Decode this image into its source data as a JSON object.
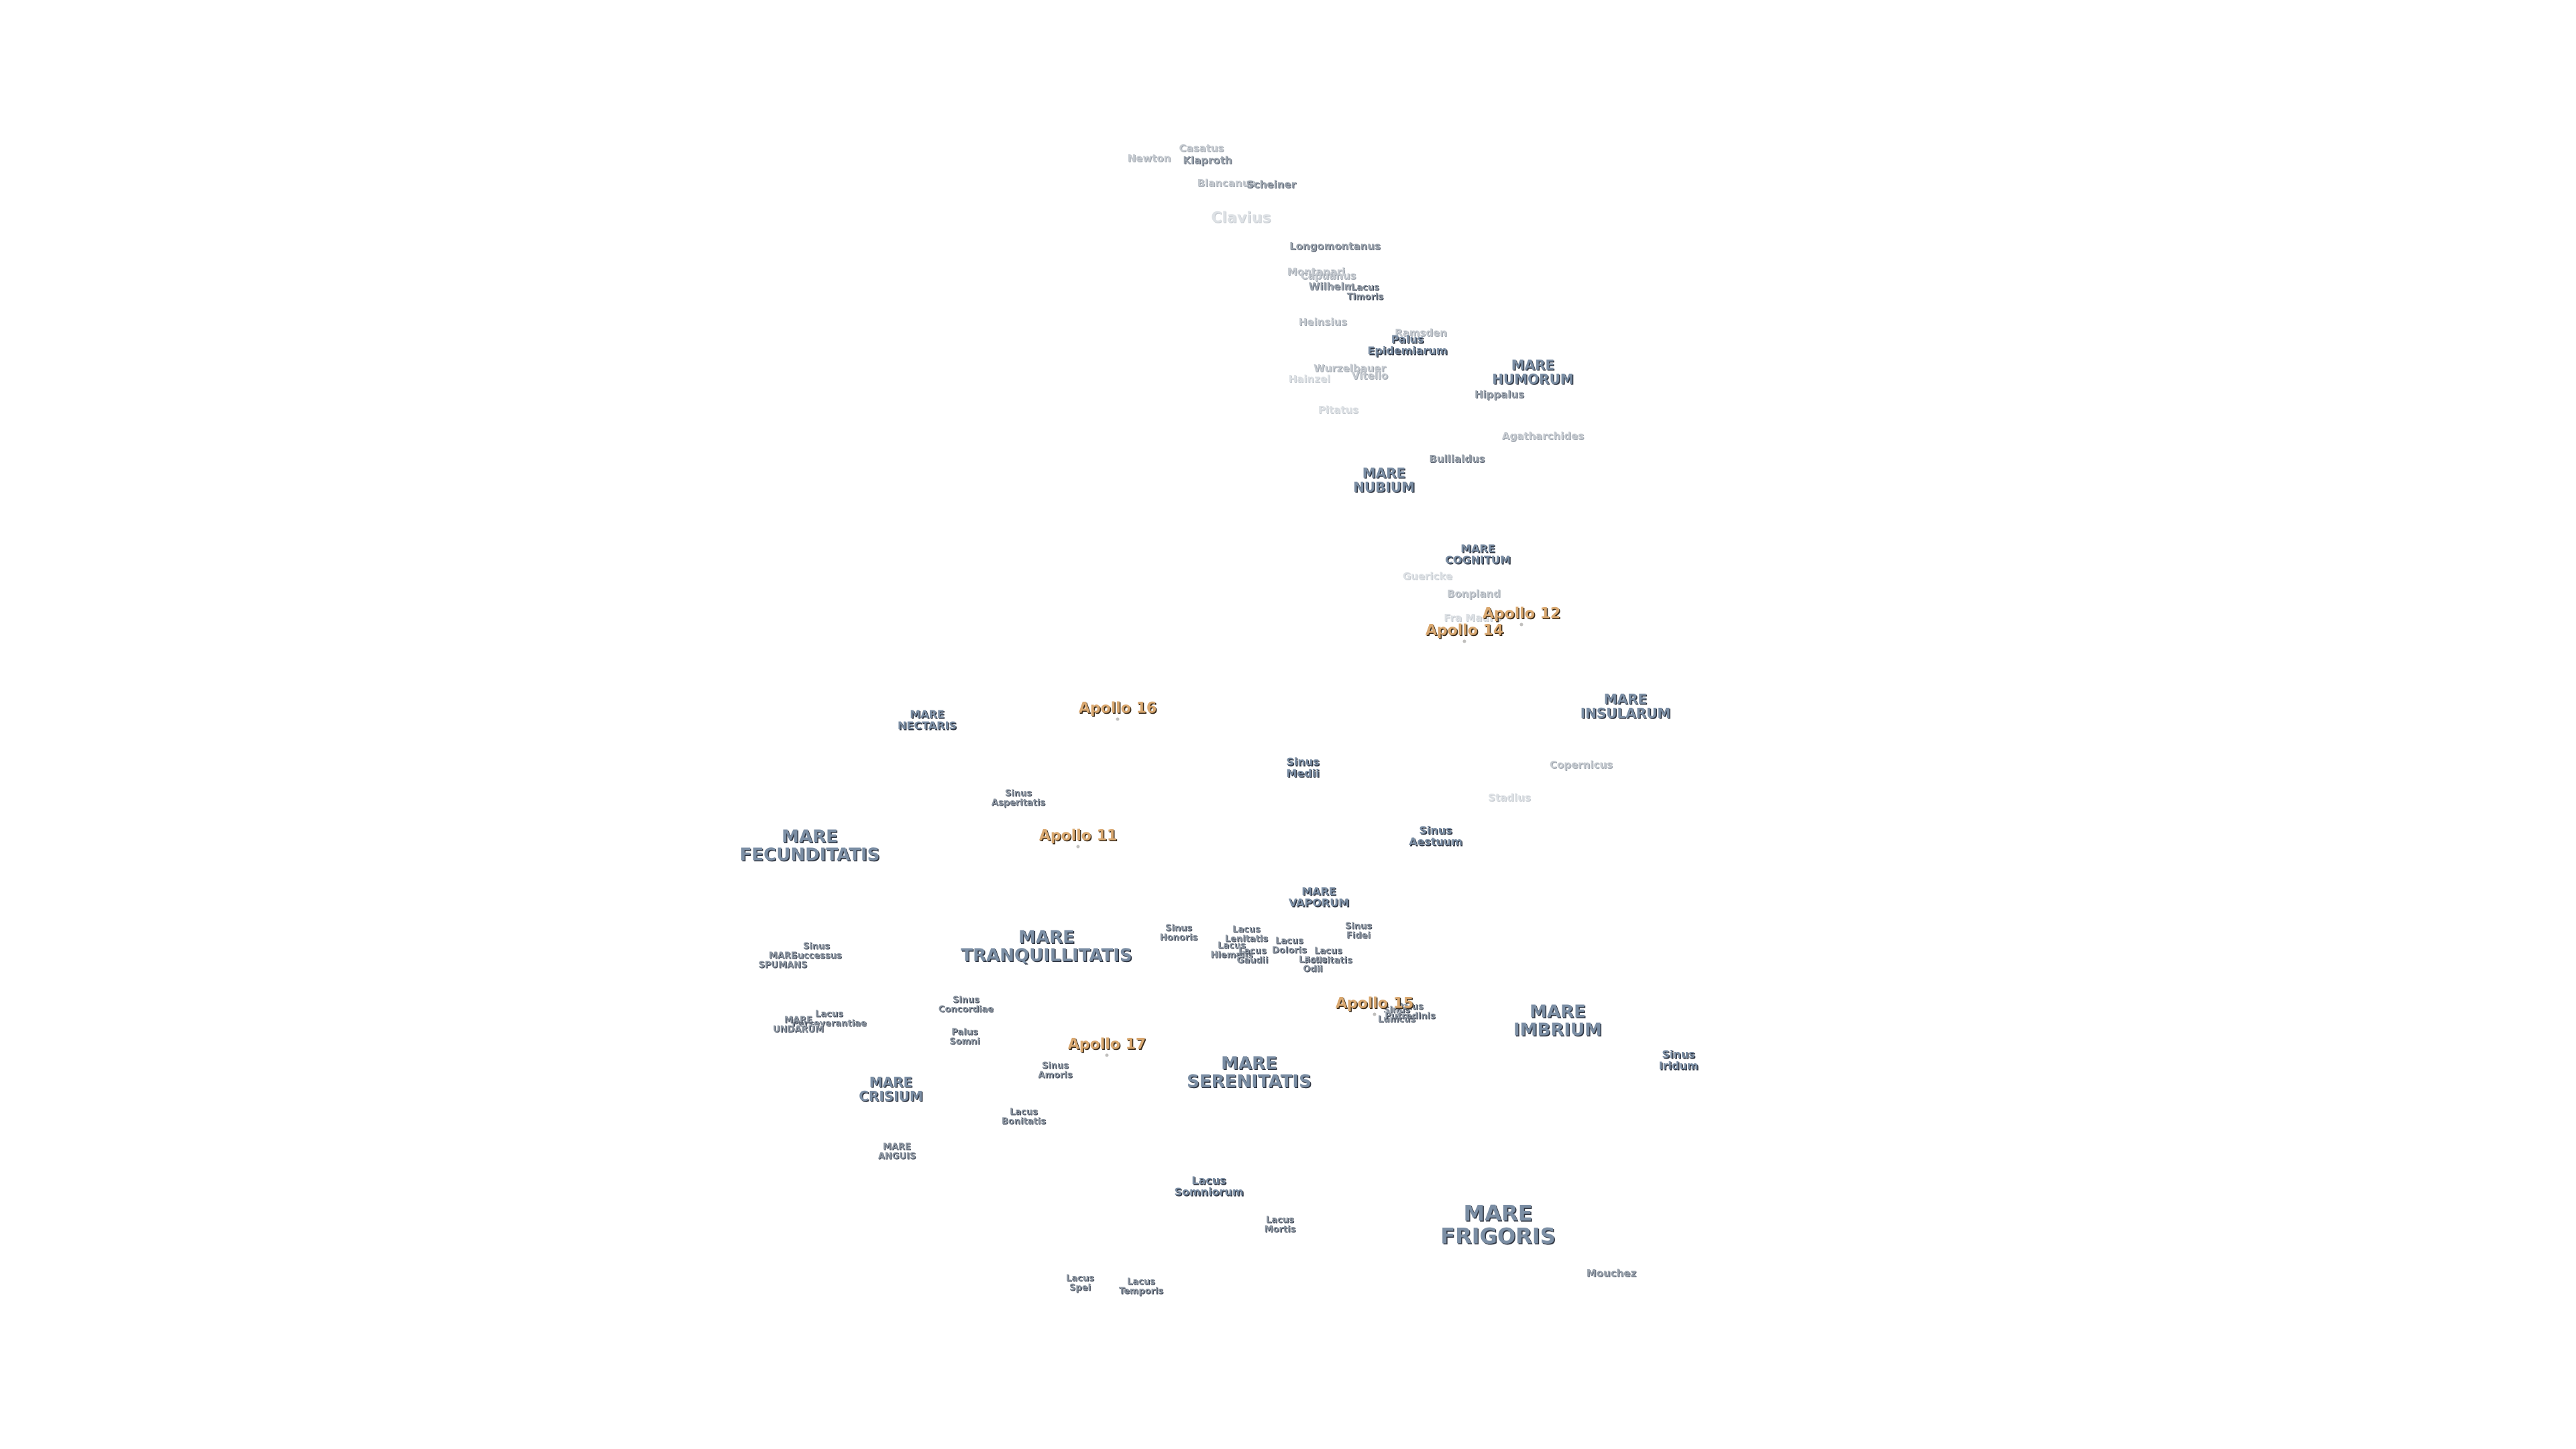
{
  "map": {
    "colors": {
      "mare": "#7b8ea4",
      "minor": "#8c96a2",
      "crater": "#9aa3ad",
      "apollo": "#d9a870",
      "background": "#ffffff"
    },
    "labels": [
      {
        "lines": [
          "Newton"
        ],
        "kind": "crater",
        "style": "dim"
      },
      {
        "lines": [
          "Casatus"
        ],
        "kind": "crater",
        "style": "dim"
      },
      {
        "lines": [
          "Klaproth"
        ],
        "kind": "crater",
        "style": ""
      },
      {
        "lines": [
          "Blancanus"
        ],
        "kind": "crater",
        "style": "dim"
      },
      {
        "lines": [
          "Scheiner"
        ],
        "kind": "crater",
        "style": ""
      },
      {
        "lines": [
          "Clavius"
        ],
        "kind": "crater",
        "style": "faint big"
      },
      {
        "lines": [
          "Longomontanus"
        ],
        "kind": "crater",
        "style": ""
      },
      {
        "lines": [
          "Montanari"
        ],
        "kind": "crater",
        "style": "dim"
      },
      {
        "lines": [
          "Capuanus"
        ],
        "kind": "crater",
        "style": "dim"
      },
      {
        "lines": [
          "Wilhelm"
        ],
        "kind": "crater",
        "style": ""
      },
      {
        "lines": [
          "Lacus",
          "Timoris"
        ],
        "kind": "minor",
        "style": ""
      },
      {
        "lines": [
          "Heinsius"
        ],
        "kind": "crater",
        "style": "dim"
      },
      {
        "lines": [
          "Ramsden"
        ],
        "kind": "crater",
        "style": "dim"
      },
      {
        "lines": [
          "Palus",
          "Epidemiarum"
        ],
        "kind": "mare",
        "style": "s"
      },
      {
        "lines": [
          "MARE",
          "HUMORUM"
        ],
        "kind": "mare",
        "style": "faint m"
      },
      {
        "lines": [
          "Wurzelbauer"
        ],
        "kind": "crater",
        "style": "dim"
      },
      {
        "lines": [
          "Vitello"
        ],
        "kind": "crater",
        "style": "dim"
      },
      {
        "lines": [
          "Hainzel"
        ],
        "kind": "crater",
        "style": "faint"
      },
      {
        "lines": [
          "Hippalus"
        ],
        "kind": "crater",
        "style": ""
      },
      {
        "lines": [
          "Pitatus"
        ],
        "kind": "crater",
        "style": "faint"
      },
      {
        "lines": [
          "Agatharchides"
        ],
        "kind": "crater",
        "style": "dim"
      },
      {
        "lines": [
          "Bullialdus"
        ],
        "kind": "crater",
        "style": ""
      },
      {
        "lines": [
          "MARE",
          "NUBIUM"
        ],
        "kind": "mare",
        "style": "m"
      },
      {
        "lines": [
          "MARE",
          "COGNITUM"
        ],
        "kind": "mare",
        "style": "s"
      },
      {
        "lines": [
          "Guericke"
        ],
        "kind": "crater",
        "style": "faint"
      },
      {
        "lines": [
          "Bonpland"
        ],
        "kind": "crater",
        "style": "dim"
      },
      {
        "lines": [
          "Fra Mauro"
        ],
        "kind": "crater",
        "style": "faint"
      },
      {
        "lines": [
          "MARE",
          "NECTARIS"
        ],
        "kind": "mare",
        "style": "s"
      },
      {
        "lines": [
          "MARE",
          "INSULARUM"
        ],
        "kind": "mare",
        "style": "m"
      },
      {
        "lines": [
          "Sinus",
          "Medii"
        ],
        "kind": "mare",
        "style": "s"
      },
      {
        "lines": [
          "Copernicus"
        ],
        "kind": "crater",
        "style": "dim"
      },
      {
        "lines": [
          "Sinus",
          "Asperitatis"
        ],
        "kind": "minor",
        "style": ""
      },
      {
        "lines": [
          "Stadius"
        ],
        "kind": "crater",
        "style": "faint"
      },
      {
        "lines": [
          "MARE",
          "FECUNDITATIS"
        ],
        "kind": "mare",
        "style": "l"
      },
      {
        "lines": [
          "Sinus",
          "Aestuum"
        ],
        "kind": "mare",
        "style": "s"
      },
      {
        "lines": [
          "MARE",
          "VAPORUM"
        ],
        "kind": "mare",
        "style": "s"
      },
      {
        "lines": [
          "MARE",
          "TRANQUILLITATIS"
        ],
        "kind": "mare",
        "style": "l"
      },
      {
        "lines": [
          "Sinus",
          "Honoris"
        ],
        "kind": "minor",
        "style": ""
      },
      {
        "lines": [
          "Lacus",
          "Lenitatis"
        ],
        "kind": "minor",
        "style": ""
      },
      {
        "lines": [
          "Lacus",
          "Hiemalis"
        ],
        "kind": "minor",
        "style": ""
      },
      {
        "lines": [
          "Lacus",
          "Gaudii"
        ],
        "kind": "minor",
        "style": ""
      },
      {
        "lines": [
          "Lacus",
          "Doloris"
        ],
        "kind": "minor",
        "style": ""
      },
      {
        "lines": [
          "Lacus",
          "Felicitatis"
        ],
        "kind": "minor",
        "style": ""
      },
      {
        "lines": [
          "Lacus",
          "Odii"
        ],
        "kind": "minor",
        "style": ""
      },
      {
        "lines": [
          "Sinus",
          "Fidei"
        ],
        "kind": "minor",
        "style": ""
      },
      {
        "lines": [
          "Sinus",
          "Successus"
        ],
        "kind": "minor",
        "style": ""
      },
      {
        "lines": [
          "MARE",
          "SPUMANS"
        ],
        "kind": "minor",
        "style": ""
      },
      {
        "lines": [
          "Sinus",
          "Concordiae"
        ],
        "kind": "minor",
        "style": ""
      },
      {
        "lines": [
          "Sinus",
          "Lunicus"
        ],
        "kind": "minor",
        "style": ""
      },
      {
        "lines": [
          "Palus",
          "Putredinis"
        ],
        "kind": "minor",
        "style": ""
      },
      {
        "lines": [
          "MARE",
          "IMBRIUM"
        ],
        "kind": "mare",
        "style": "l"
      },
      {
        "lines": [
          "Lacus",
          "Perseverantiae"
        ],
        "kind": "minor",
        "style": ""
      },
      {
        "lines": [
          "MARE",
          "UNDARUM"
        ],
        "kind": "minor",
        "style": "big"
      },
      {
        "lines": [
          "Palus",
          "Somni"
        ],
        "kind": "minor",
        "style": ""
      },
      {
        "lines": [
          "Sinus",
          "Amoris"
        ],
        "kind": "minor",
        "style": ""
      },
      {
        "lines": [
          "MARE",
          "SERENITATIS"
        ],
        "kind": "mare",
        "style": "l"
      },
      {
        "lines": [
          "Sinus",
          "Iridum"
        ],
        "kind": "mare",
        "style": "s"
      },
      {
        "lines": [
          "MARE",
          "CRISIUM"
        ],
        "kind": "mare",
        "style": "m"
      },
      {
        "lines": [
          "Lacus",
          "Bonitatis"
        ],
        "kind": "minor",
        "style": ""
      },
      {
        "lines": [
          "MARE",
          "ANGUIS"
        ],
        "kind": "minor",
        "style": ""
      },
      {
        "lines": [
          "Lacus",
          "Somniorum"
        ],
        "kind": "mare",
        "style": "s"
      },
      {
        "lines": [
          "Lacus",
          "Mortis"
        ],
        "kind": "minor",
        "style": ""
      },
      {
        "lines": [
          "MARE",
          "FRIGORIS"
        ],
        "kind": "mare",
        "style": "xl"
      },
      {
        "lines": [
          "Mouchez"
        ],
        "kind": "crater",
        "style": ""
      },
      {
        "lines": [
          "Lacus",
          "Spei"
        ],
        "kind": "minor",
        "style": ""
      },
      {
        "lines": [
          "Lacus",
          "Temporis"
        ],
        "kind": "minor",
        "style": ""
      }
    ],
    "apollo_sites": [
      {
        "label": "Apollo 12"
      },
      {
        "label": "Apollo 14"
      },
      {
        "label": "Apollo 16"
      },
      {
        "label": "Apollo 11"
      },
      {
        "label": "Apollo 15"
      },
      {
        "label": "Apollo 17"
      }
    ]
  }
}
